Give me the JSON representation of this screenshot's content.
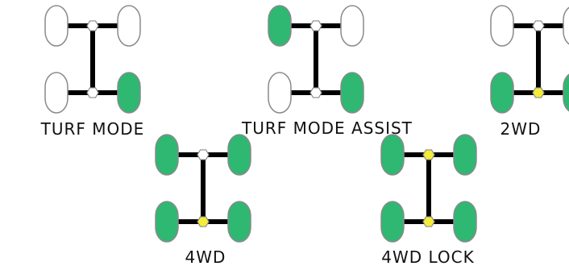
{
  "colors": {
    "engaged": "#2eb872",
    "disengaged": "#ffffff",
    "outline": "#8a8a8a",
    "frame": "#000000",
    "diff_locked": "#f5ec3a",
    "diff_open": "#ffffff"
  },
  "modes": [
    {
      "label": "TURF MODE",
      "wheels": {
        "front_left": "disengaged",
        "front_right": "disengaged",
        "rear_left": "disengaged",
        "rear_right": "engaged"
      },
      "diffs": {
        "front": "open",
        "rear": "open"
      }
    },
    {
      "label": "TURF MODE ASSIST",
      "wheels": {
        "front_left": "engaged",
        "front_right": "disengaged",
        "rear_left": "disengaged",
        "rear_right": "engaged"
      },
      "diffs": {
        "front": "open",
        "rear": "open"
      }
    },
    {
      "label": "2WD",
      "wheels": {
        "front_left": "disengaged",
        "front_right": "disengaged",
        "rear_left": "engaged",
        "rear_right": "engaged"
      },
      "diffs": {
        "front": "open",
        "rear": "locked"
      }
    },
    {
      "label": "4WD",
      "wheels": {
        "front_left": "engaged",
        "front_right": "engaged",
        "rear_left": "engaged",
        "rear_right": "engaged"
      },
      "diffs": {
        "front": "open",
        "rear": "locked"
      }
    },
    {
      "label": "4WD LOCK",
      "wheels": {
        "front_left": "engaged",
        "front_right": "engaged",
        "rear_left": "engaged",
        "rear_right": "engaged"
      },
      "diffs": {
        "front": "locked",
        "rear": "locked"
      }
    }
  ]
}
